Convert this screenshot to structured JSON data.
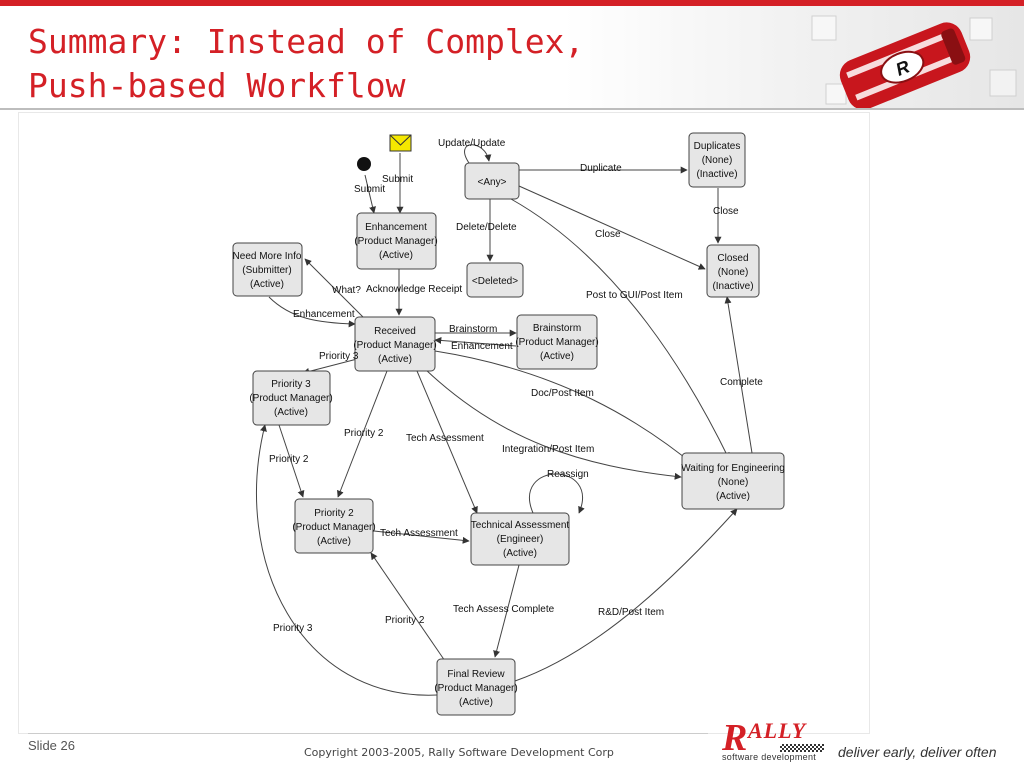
{
  "slide": {
    "title_line1": "Summary: Instead of Complex,",
    "title_line2": "Push-based Workflow",
    "slide_number": "Slide 26",
    "copyright": "Copyright 2003-2005, Rally Software Development Corp",
    "tagline": "deliver early, deliver often"
  },
  "logo": {
    "r_letter": "R",
    "name_rest": "ALLY",
    "subtitle": "software development",
    "car_letter": "R"
  },
  "colors": {
    "accent": "#d42026",
    "node_fill": "#e6e6e6",
    "envelope": "#f5e800"
  },
  "diagram": {
    "nodes": {
      "enhancement": [
        "Enhancement",
        "(Product Manager)",
        "(Active)"
      ],
      "need_more_info": [
        "Need More Info",
        "(Submitter)",
        "(Active)"
      ],
      "received": [
        "Received",
        "(Product Manager)",
        "(Active)"
      ],
      "brainstorm": [
        "Brainstorm",
        "(Product Manager)",
        "(Active)"
      ],
      "any": [
        "<Any>"
      ],
      "deleted": [
        "<Deleted>"
      ],
      "duplicates": [
        "Duplicates",
        "(None)",
        "(Inactive)"
      ],
      "closed": [
        "Closed",
        "(None)",
        "(Inactive)"
      ],
      "priority3": [
        "Priority 3",
        "(Product Manager)",
        "(Active)"
      ],
      "priority2": [
        "Priority 2",
        "(Product Manager)",
        "(Active)"
      ],
      "tech_assessment": [
        "Technical Assessment",
        "(Engineer)",
        "(Active)"
      ],
      "waiting": [
        "Waiting for Engineering",
        "(None)",
        "(Active)"
      ],
      "final_review": [
        "Final Review",
        "(Product Manager)",
        "(Active)"
      ]
    },
    "edge_labels": {
      "submit_mail": "Submit",
      "submit_start": "Submit",
      "update_update": "Update/Update",
      "duplicate": "Duplicate",
      "close_dup": "Close",
      "close_any": "Close",
      "delete_delete": "Delete/Delete",
      "acknowledge_receipt": "Acknowledge Receipt",
      "what": "What?",
      "enhancement_from_info": "Enhancement",
      "brainstorm": "Brainstorm",
      "enhancement_from_brainstorm": "Enhancement",
      "post_to_gui": "Post to GUI/Post Item",
      "priority3_from_received": "Priority 3",
      "doc_post_item": "Doc/Post Item",
      "complete": "Complete",
      "priority2_from_received": "Priority 2",
      "tech_assessment_from_received": "Tech Assessment",
      "integration_post_item": "Integration/Post Item",
      "priority2_from_p3": "Priority 2",
      "reassign": "Reassign",
      "tech_assessment_from_p2": "Tech Assessment",
      "tech_assess_complete": "Tech Assess Complete",
      "rd_post_item": "R&D/Post Item",
      "priority2_from_final": "Priority 2",
      "priority3_from_final": "Priority 3"
    }
  }
}
